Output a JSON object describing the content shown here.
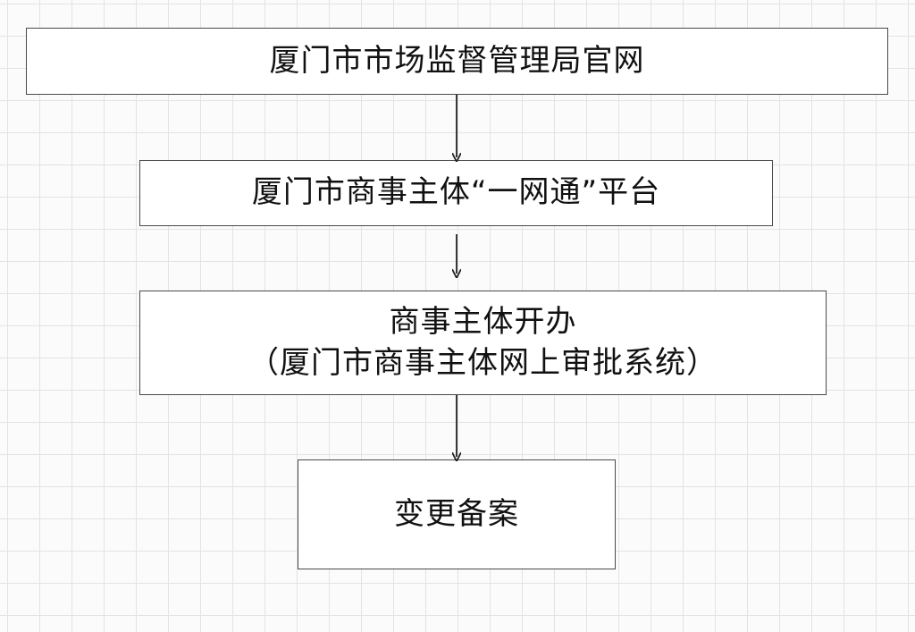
{
  "flowchart": {
    "steps": [
      {
        "lines": [
          "厦门市市场监督管理局官网"
        ]
      },
      {
        "lines": [
          "厦门市商事主体“一网通”平台"
        ]
      },
      {
        "lines": [
          "商事主体开办",
          "（厦门市商事主体网上审批系统）"
        ]
      },
      {
        "lines": [
          "变更备案"
        ]
      }
    ]
  }
}
